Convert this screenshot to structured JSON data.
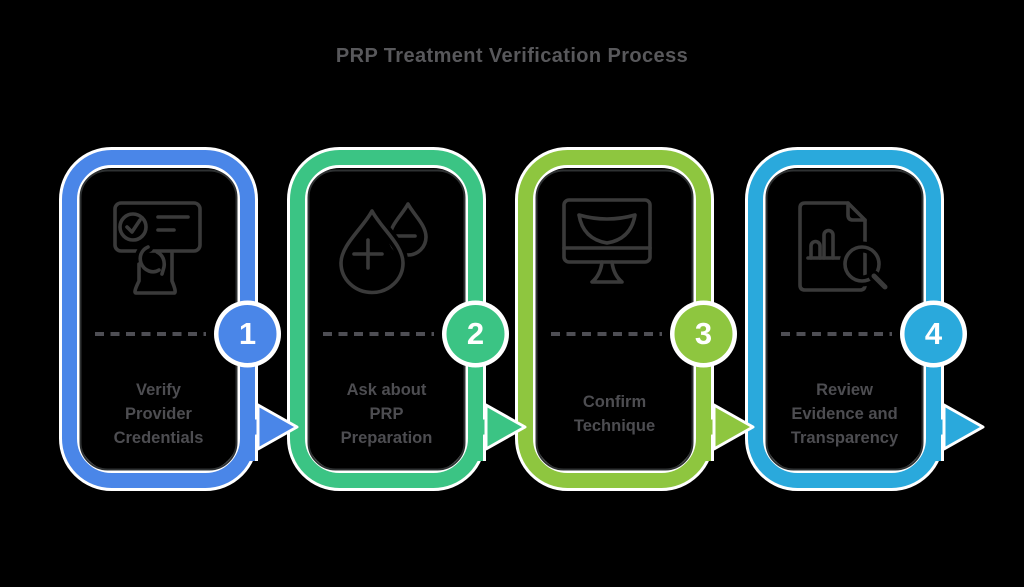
{
  "title": "PRP Treatment Verification Process",
  "colors": {
    "background": "#000000",
    "title_text": "#58585b",
    "label_text": "#4d4d51",
    "badge_text": "#ffffff",
    "outline_highlight": "#ffffff",
    "icon_stroke": "#3a3a3a",
    "inner_border": "#2e3132",
    "dash": "#4e4e54"
  },
  "steps": [
    {
      "number": "1",
      "color": "#4a86e8",
      "icon": "certificate-check-icon",
      "lines": [
        "Verify",
        "Provider",
        "Credentials"
      ]
    },
    {
      "number": "2",
      "color": "#3bc484",
      "icon": "plasma-drops-plus-minus-icon",
      "lines": [
        "Ask about",
        "PRP",
        "Preparation"
      ]
    },
    {
      "number": "3",
      "color": "#8ec63f",
      "icon": "ultrasound-monitor-icon",
      "lines": [
        "Confirm",
        "Technique"
      ]
    },
    {
      "number": "4",
      "color": "#2aa9dc",
      "icon": "document-magnifier-icon",
      "lines": [
        "Review",
        "Evidence and",
        "Transparency"
      ]
    }
  ]
}
